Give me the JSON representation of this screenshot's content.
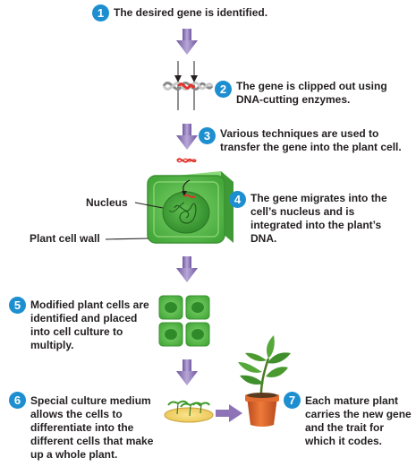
{
  "steps": [
    {
      "number": "1",
      "text": "The desired gene is identified."
    },
    {
      "number": "2",
      "text": "The gene is clipped out using DNA-cutting enzymes."
    },
    {
      "number": "3",
      "text": "Various techniques are used to transfer the gene into the plant cell."
    },
    {
      "number": "4",
      "text": "The gene migrates into the cell’s nucleus and is integrated into the plant’s DNA."
    },
    {
      "number": "5",
      "text": "Modified plant cells are identified and placed into cell culture to multiply."
    },
    {
      "number": "6",
      "text": "Special culture medium allows the cells to differentiate into the different cells that make up a whole plant."
    },
    {
      "number": "7",
      "text": "Each mature plant carries the new gene and the trait for which it codes."
    }
  ],
  "labels": {
    "nucleus": "Nucleus",
    "cell_wall": "Plant cell wall"
  },
  "colors": {
    "badge": "#1d8fd0",
    "arrow": "#8e74b6",
    "cell_green": "#5cc24e",
    "cell_dark": "#3f9a36",
    "pot": "#d9622b"
  }
}
